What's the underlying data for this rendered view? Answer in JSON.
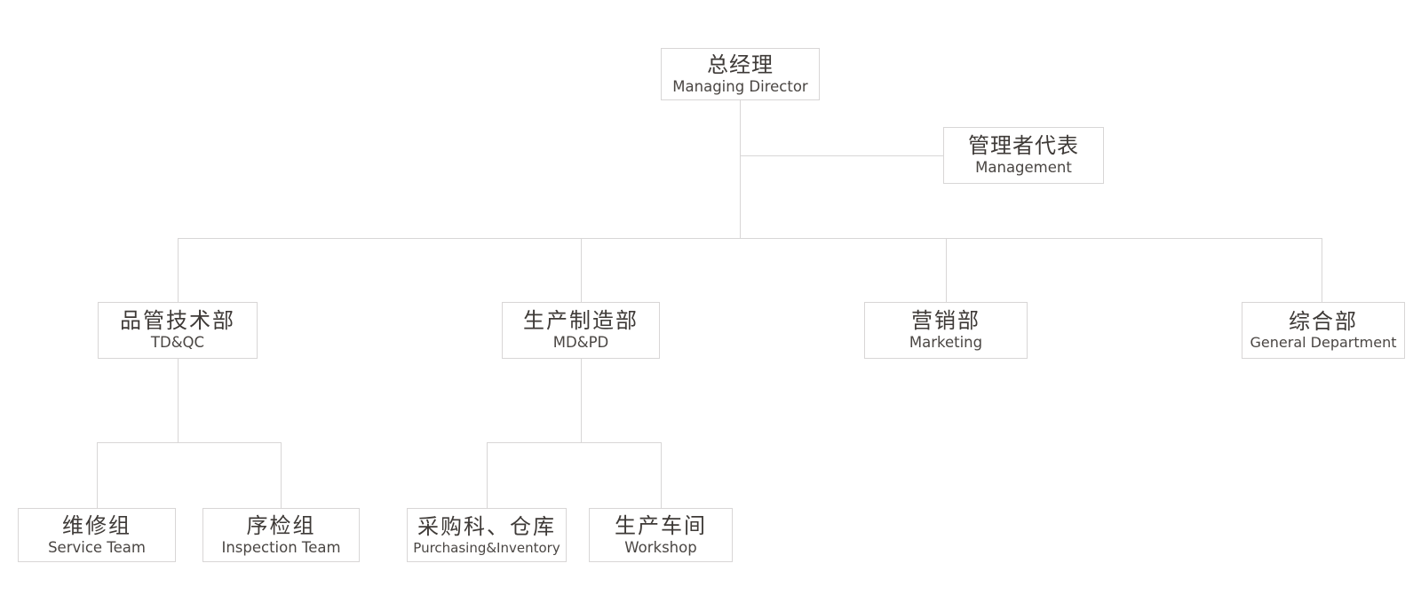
{
  "diagram": {
    "type": "org-chart",
    "colors": {
      "background": "#ffffff",
      "box_border": "#d8d6d6",
      "connector_line": "#d8d6d6",
      "title_text": "#3e3a37",
      "subtitle_text": "#4a4643"
    },
    "nodes": {
      "managing_director": {
        "zh": "总经理",
        "en": "Managing Director"
      },
      "management": {
        "zh": "管理者代表",
        "en": "Management"
      },
      "td_qc": {
        "zh": "品管技术部",
        "en": "TD&QC"
      },
      "md_pd": {
        "zh": "生产制造部",
        "en": "MD&PD"
      },
      "marketing": {
        "zh": "营销部",
        "en": "Marketing"
      },
      "general": {
        "zh": "综合部",
        "en": "General Department"
      },
      "service_team": {
        "zh": "维修组",
        "en": "Service Team"
      },
      "inspection_team": {
        "zh": "序检组",
        "en": "Inspection Team"
      },
      "purchasing_inventory": {
        "zh": "采购科、仓库",
        "en": "Purchasing&Inventory"
      },
      "workshop": {
        "zh": "生产车间",
        "en": "Workshop"
      }
    },
    "edges": [
      {
        "from": "managing_director",
        "to": "management"
      },
      {
        "from": "managing_director",
        "to": "td_qc"
      },
      {
        "from": "managing_director",
        "to": "md_pd"
      },
      {
        "from": "managing_director",
        "to": "marketing"
      },
      {
        "from": "managing_director",
        "to": "general"
      },
      {
        "from": "td_qc",
        "to": "service_team"
      },
      {
        "from": "td_qc",
        "to": "inspection_team"
      },
      {
        "from": "md_pd",
        "to": "purchasing_inventory"
      },
      {
        "from": "md_pd",
        "to": "workshop"
      }
    ]
  }
}
